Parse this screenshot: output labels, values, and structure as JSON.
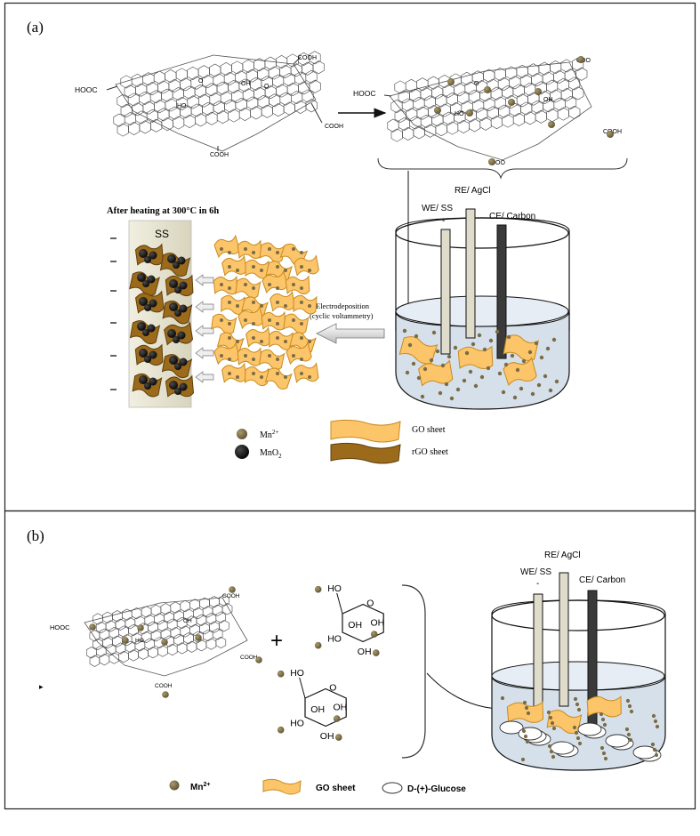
{
  "panel_a": {
    "label": "(a)",
    "molecule": {
      "hooc": "HOOC",
      "cooh_top": "COOH",
      "cooh_right": "COOH",
      "cooh_bottom": "COOH",
      "oh": "OH",
      "ho": "HO",
      "o1": "O",
      "o2": "O"
    },
    "molecule2": {
      "hooc": "HOOC",
      "coo_top": "COO",
      "cooh_right": "COOH",
      "coo_bottom": "COO",
      "oh": "OH",
      "ho": "HO",
      "o1": "O"
    },
    "heating_note": "After heating at 300°C in 6h",
    "ss_label": "SS",
    "electrodeposition": "Electrodeposition",
    "cyclic_voltammetry": "(cyclic voltammetry)",
    "we_label": "WE/ SS",
    "re_label": "RE/ AgCl",
    "ce_label": "CE/ Carbon",
    "dash": "-",
    "legend": {
      "mn": "Mn",
      "mn_sup": "2+",
      "mno": "MnO",
      "mno_sub": "2",
      "go": "GO sheet",
      "rgo": "rGO sheet"
    }
  },
  "panel_b": {
    "label": "(b)",
    "molecule": {
      "hooc": "HOOC",
      "cooh_top": "COOH",
      "cooh_right": "COOH",
      "cooh_bottom": "COOH",
      "oh": "OH",
      "ho": "HO"
    },
    "plus": "+",
    "glucose": {
      "ho": "HO",
      "o": "O",
      "oh": "OH"
    },
    "we_label": "WE/ SS",
    "re_label": "RE/ AgCl",
    "ce_label": "CE/ Carbon",
    "dash": "-",
    "legend": {
      "mn": "Mn",
      "mn_sup": "2+",
      "go": "GO sheet",
      "glucose": "D-(+)-Glucose"
    }
  },
  "colors": {
    "go_sheet": "#fcc56a",
    "go_edge": "#c98a1e",
    "rgo_sheet": "#9b6a1b",
    "mn_particle": "#7a6c45",
    "mno2_particle": "#1e1e1e",
    "solution": "#d6e0ea",
    "electrode": "#e0dccb",
    "carbon": "#3a3a3a",
    "ss_plate": "#e9e6d2"
  }
}
